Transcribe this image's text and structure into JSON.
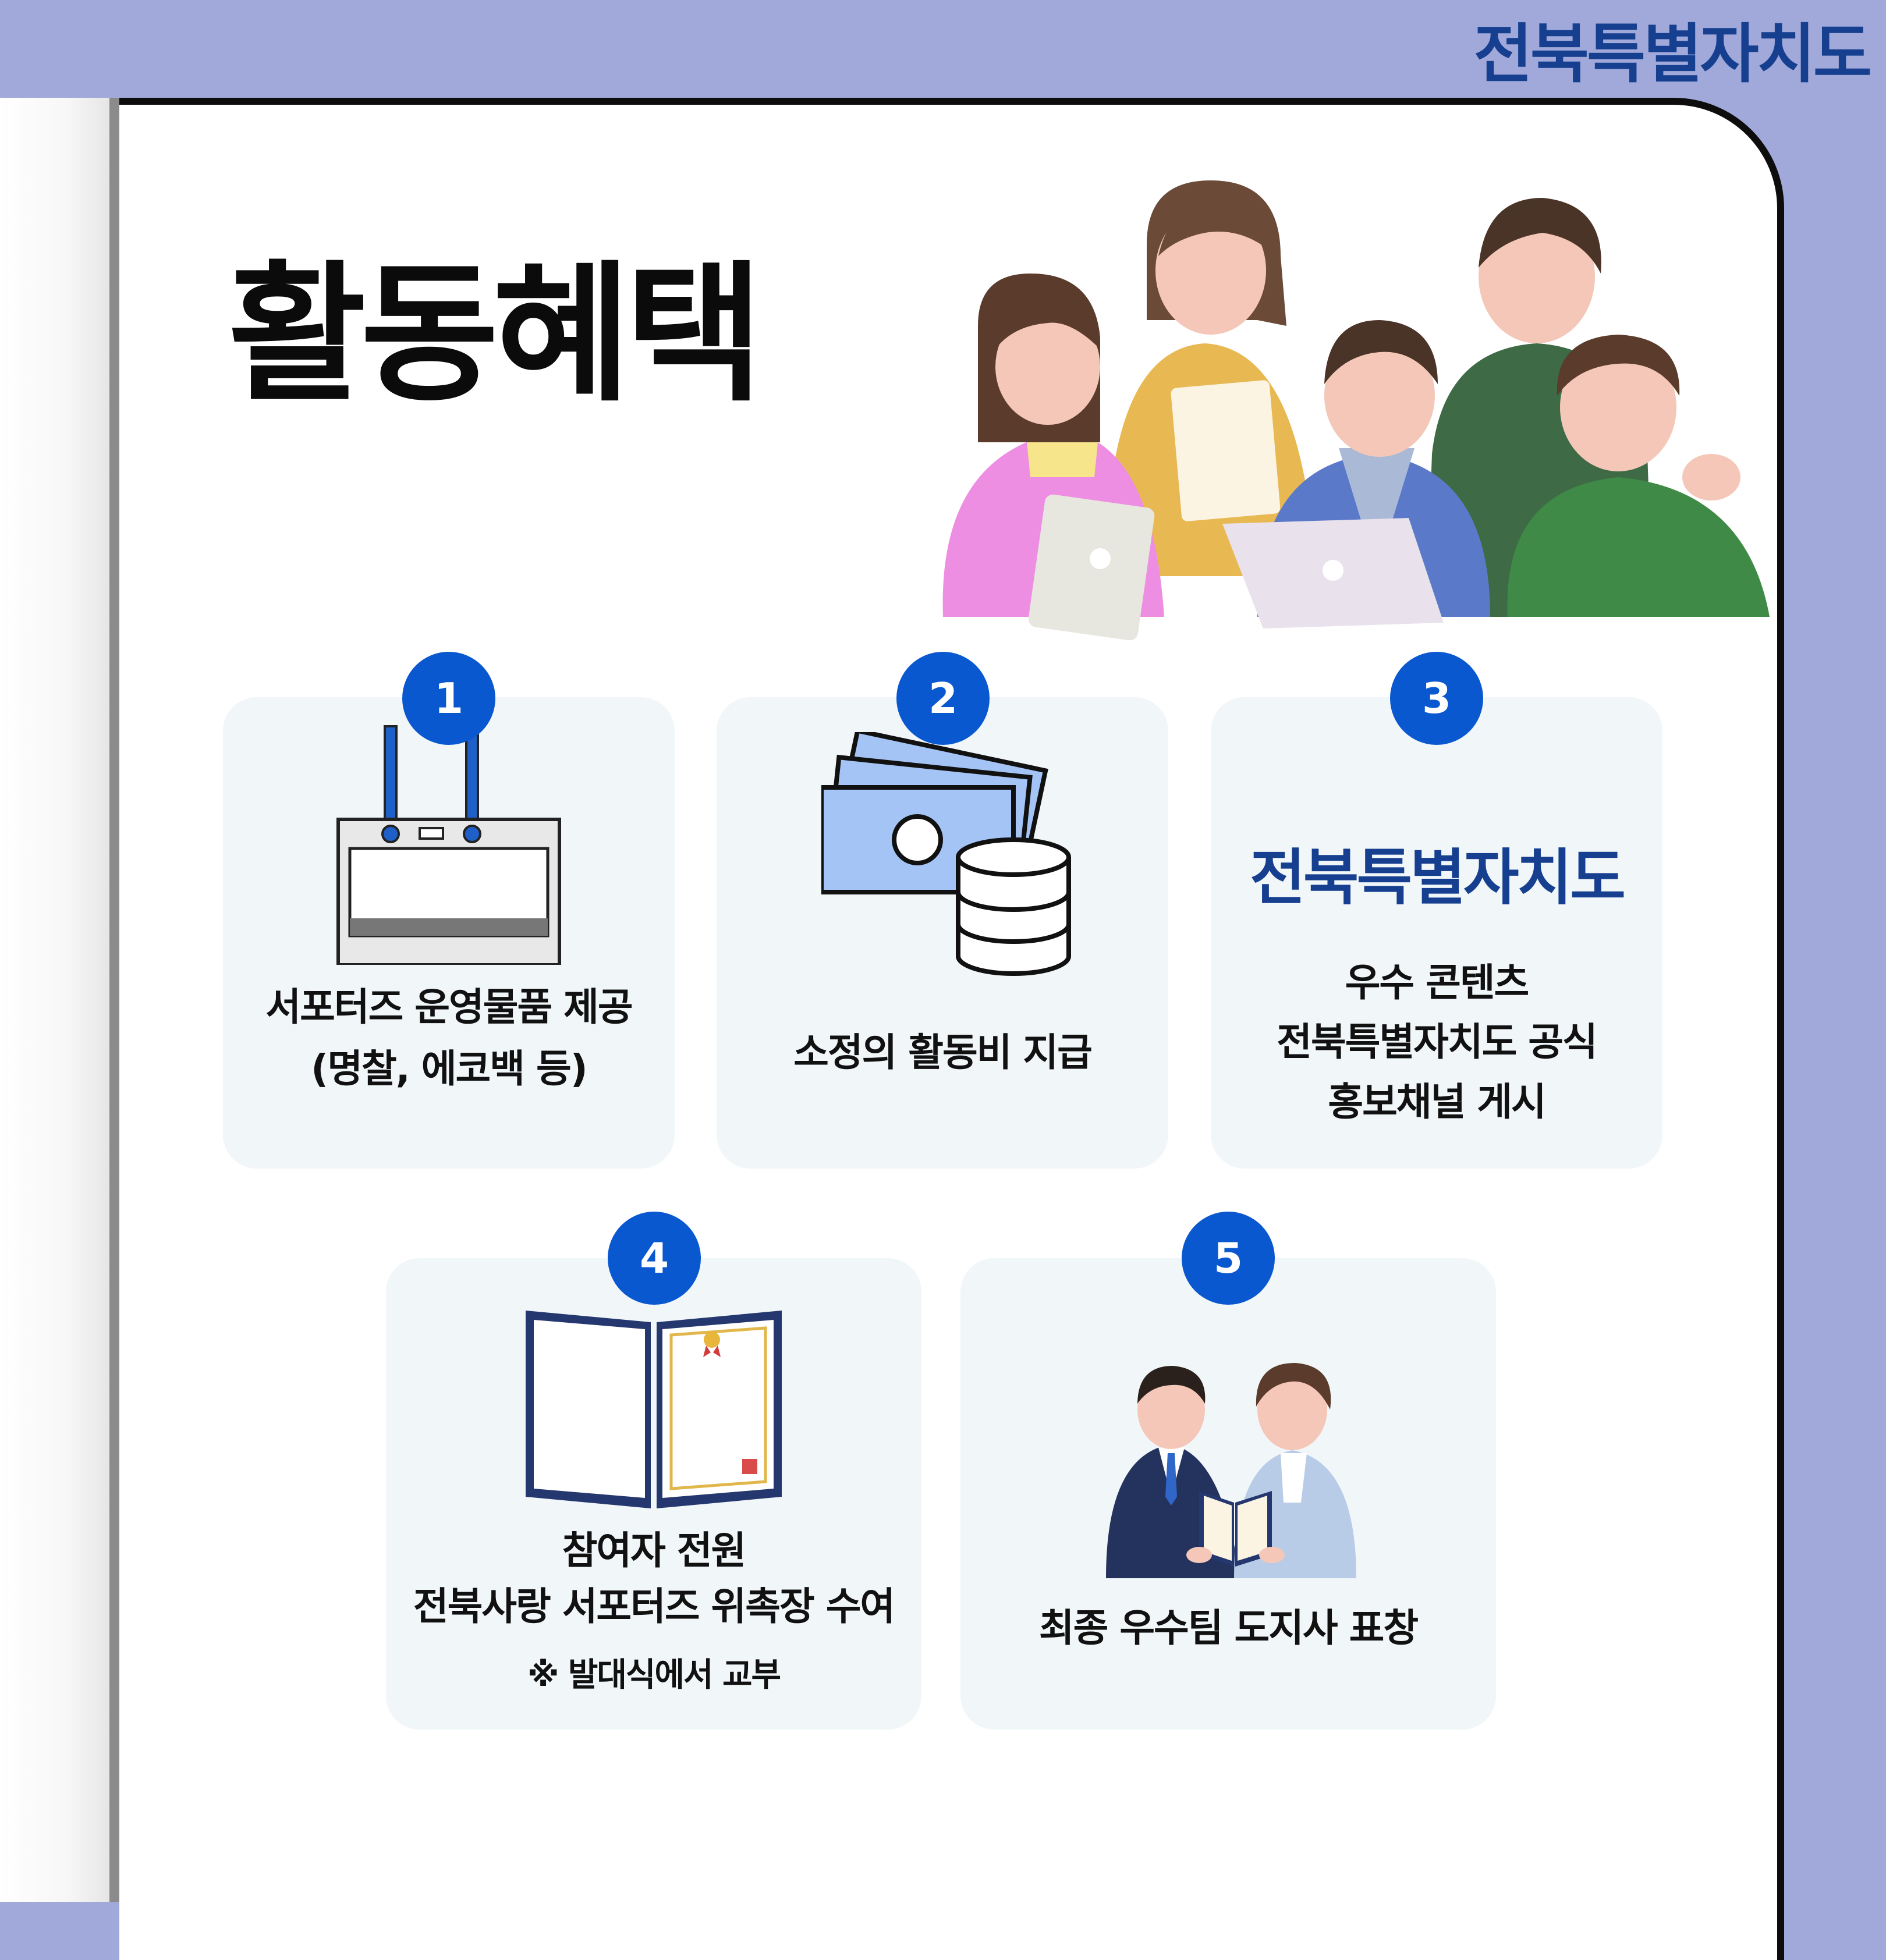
{
  "brand": {
    "part_a": "전북",
    "part_b": "특별자치도"
  },
  "title": "활동혜택",
  "benefits": [
    {
      "number": "1",
      "lines": [
        "서포터즈 운영물품 제공",
        "(명찰, 에코백 등)"
      ],
      "icon": "name-badge-icon"
    },
    {
      "number": "2",
      "lines": [
        "소정의 활동비 지급"
      ],
      "icon": "money-coins-icon"
    },
    {
      "number": "3",
      "lines": [
        "우수 콘텐츠",
        "전북특별자치도 공식",
        "홍보채널 게시"
      ],
      "icon": "jeonbuk-logo-icon",
      "logo_text_a": "전북",
      "logo_text_b": "특별자치도"
    },
    {
      "number": "4",
      "lines": [
        "참여자 전원",
        "전북사랑 서포터즈 위촉장 수여"
      ],
      "note": "※ 발대식에서 교부",
      "icon": "certificate-folder-icon"
    },
    {
      "number": "5",
      "lines": [
        "최종 우수팀 도지사 표창"
      ],
      "icon": "award-handshake-icon"
    }
  ],
  "colors": {
    "background": "#a0a9d9",
    "accent": "#0a58d0",
    "card": "#f1f6f9",
    "brand": "#163f8f",
    "brand_green": "#2fa36a"
  }
}
